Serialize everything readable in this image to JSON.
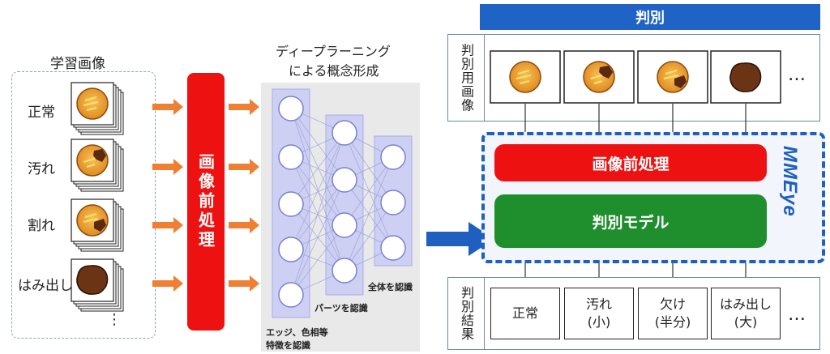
{
  "learning": {
    "title": "学習画像",
    "categories": [
      "正常",
      "汚れ",
      "割れ",
      "はみ出し"
    ],
    "more": "⋮"
  },
  "preprocess_left": "画像前処理",
  "deep_learning": {
    "title_line1": "ディープラーニング",
    "title_line2": "による概念形成",
    "label_whole": "全体を認識",
    "label_parts": "パーツを認識",
    "label_edges_line1": "エッジ、色相等",
    "label_edges_line2": "特徴を認識"
  },
  "judge": {
    "header": "判別",
    "image_side_label": "判別用画像",
    "more": "…",
    "preprocess_bar": "画像前処理",
    "model_bar": "判別モデル",
    "logo": "MMEye",
    "result_side_label": "判別結果",
    "results": [
      "正常",
      "汚れ\n(小)",
      "欠け\n(半分)",
      "はみ出し\n(大)"
    ]
  },
  "colors": {
    "red": "#ee1111",
    "green": "#1e8f2c",
    "blue": "#1f63c6",
    "orange": "#ee7f33",
    "cookie": "#f2a33a",
    "node_fill": "#c9ccf0"
  }
}
